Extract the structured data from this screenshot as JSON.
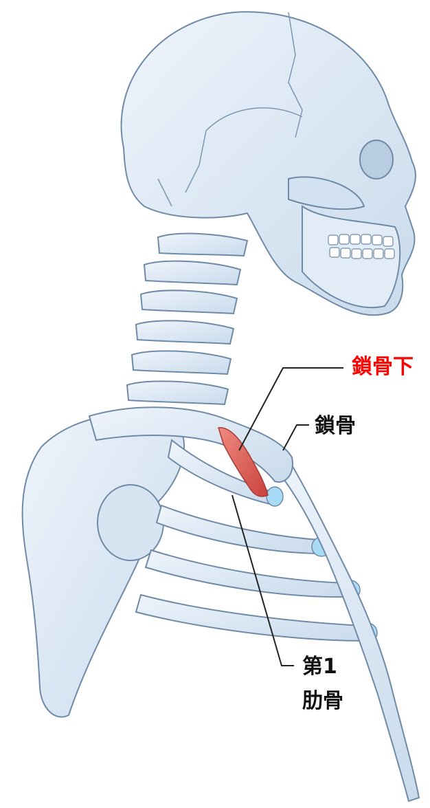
{
  "labels": {
    "subclavius": "鎖骨下",
    "clavicle": "鎖骨",
    "first_rib_line1": "第1",
    "first_rib_line2": "肋骨"
  },
  "colors": {
    "highlight_label": "#ff0000",
    "label": "#111111",
    "bone_fill": "#dce9f5",
    "bone_outline": "#6f8aa6",
    "muscle": "#e2574f",
    "cartilage": "#a8dbf5",
    "leader_line": "#222222"
  },
  "icons": {
    "figure": "skull-neck-shoulder-illustration"
  }
}
